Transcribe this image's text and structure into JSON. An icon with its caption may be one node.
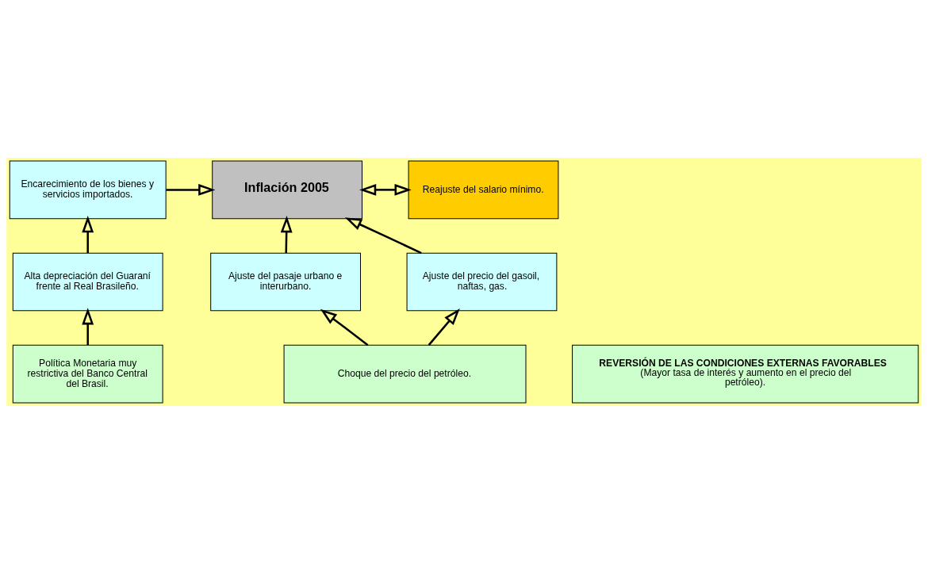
{
  "diagram": {
    "nodes": [
      {
        "text": [
          "Encarecimiento de los bienes y servicios importados."
        ]
      },
      {
        "text": [
          "Inflación 2005"
        ]
      },
      {
        "text": [
          "Reajuste del salario mínimo."
        ]
      },
      {
        "text": [
          "Alta depreciación del Guaraní frente al Real Brasileño."
        ]
      },
      {
        "text": [
          "Ajuste del pasaje urbano e interurbano."
        ]
      },
      {
        "text": [
          "Ajuste del precio del gasoil, naftas, gas."
        ]
      },
      {
        "text": [
          "Política Monetaria muy restrictiva del Banco Central del Brasil."
        ]
      },
      {
        "text": [
          "Choque del precio del petróleo."
        ]
      },
      {
        "text": [
          "REVERSIÓN DE LAS CONDICIONES EXTERNAS FAVORABLES",
          "(Mayor tasa de interés y aumento en el precio del petróleo)."
        ]
      }
    ],
    "edges": [
      {
        "from": 0,
        "to": 1,
        "arrow": "to"
      },
      {
        "from": 1,
        "to": 2,
        "arrow": "both"
      },
      {
        "from": 3,
        "to": 0,
        "arrow": "to"
      },
      {
        "from": 4,
        "to": 1,
        "arrow": "to"
      },
      {
        "from": 5,
        "to": 1,
        "arrow": "to"
      },
      {
        "from": 6,
        "to": 3,
        "arrow": "to"
      },
      {
        "from": 7,
        "to": 4,
        "arrow": "to"
      },
      {
        "from": 7,
        "to": 5,
        "arrow": "to"
      }
    ]
  }
}
